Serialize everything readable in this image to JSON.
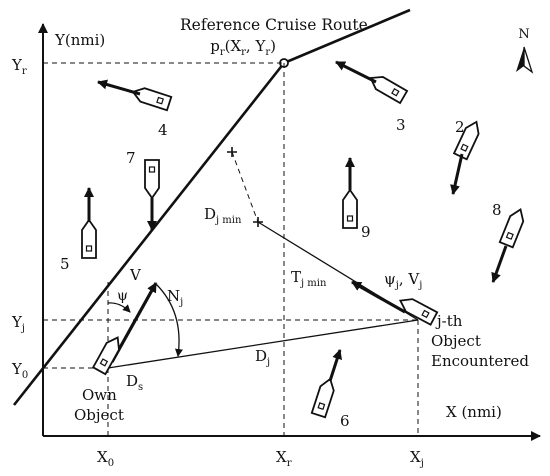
{
  "labels": {
    "y_axis": "Y(nmi)",
    "x_axis": "X (nmi)",
    "north": "N",
    "route": "Reference Cruise Route",
    "pr_main": "p",
    "pr_sub": "r",
    "pr_coords_1": "(X",
    "pr_coords_sub1": "r",
    "pr_coords_2": ", Y",
    "pr_coords_sub2": "r",
    "pr_coords_3": ")",
    "yr_main": "Y",
    "yr_sub": "r",
    "yj_main": "Y",
    "yj_sub": "j",
    "y0_main": "Y",
    "y0_sub": "0",
    "x0_main": "X",
    "x0_sub": "0",
    "xr_main": "X",
    "xr_sub": "r",
    "xj_main": "X",
    "xj_sub": "j",
    "v": "V",
    "psi": "ψ",
    "nj_main": "N",
    "nj_sub": "j",
    "dj_main": "D",
    "dj_sub": "j",
    "djmin_main": "D",
    "djmin_sub": "j min",
    "tjmin_main": "T",
    "tjmin_sub": "j min",
    "psij_1": "ψ",
    "psij_sub1": "j",
    "psij_2": ", V",
    "psij_sub2": "j",
    "ds_main": "D",
    "ds_sub": "s",
    "jth_1": "j-th",
    "jth_2": "Object",
    "jth_3": "Encountered",
    "own_1": "Own",
    "own_2": "Object",
    "n2": "2",
    "n3": "3",
    "n4": "4",
    "n5": "5",
    "n6": "6",
    "n7": "7",
    "n8": "8",
    "n9": "9"
  },
  "colors": {
    "ink": "#111111",
    "background": "#ffffff"
  }
}
